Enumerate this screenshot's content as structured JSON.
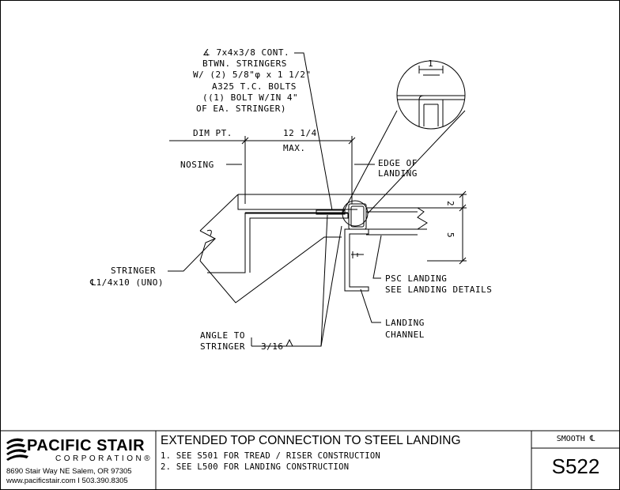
{
  "drawing": {
    "callout_angle": [
      "∡ 7x4x3/8 CONT.",
      "BTWN. STRINGERS",
      "W/ (2) 5/8\"φ x 1 1/2\"",
      "A325 T.C. BOLTS",
      "((1) BOLT W/IN 4\"",
      "OF EA. STRINGER)"
    ],
    "dim_pt": "DIM PT.",
    "dim_value": "12 1/4",
    "dim_max": "MAX.",
    "nosing": "NOSING",
    "edge_of_landing": [
      "EDGE OF",
      "LANDING"
    ],
    "stringer": [
      "STRINGER",
      "℄1/4x10 (UNO)"
    ],
    "psc_landing": [
      "PSC LANDING",
      "SEE LANDING DETAILS"
    ],
    "landing_channel": [
      "LANDING",
      "CHANNEL"
    ],
    "angle_to_stringer": [
      "ANGLE TO",
      "STRINGER"
    ],
    "weld_size": "3/16",
    "dim_right_top": "2",
    "dim_right_bottom": "5",
    "detail_dim": "1"
  },
  "title_block": {
    "company_name": "PACIFIC STAIR",
    "company_sub": "CORPORATION",
    "registered": "®",
    "address": "8690 Stair Way NE Salem, OR 97305",
    "contact": "www.pacificstair.com  I  503.390.8305",
    "title": "EXTENDED TOP CONNECTION TO STEEL LANDING",
    "notes": [
      "1. SEE S501 FOR TREAD / RISER CONSTRUCTION",
      "2. SEE L500 FOR LANDING CONSTRUCTION"
    ],
    "finish": "SMOOTH ℄",
    "drawing_number": "S522"
  }
}
